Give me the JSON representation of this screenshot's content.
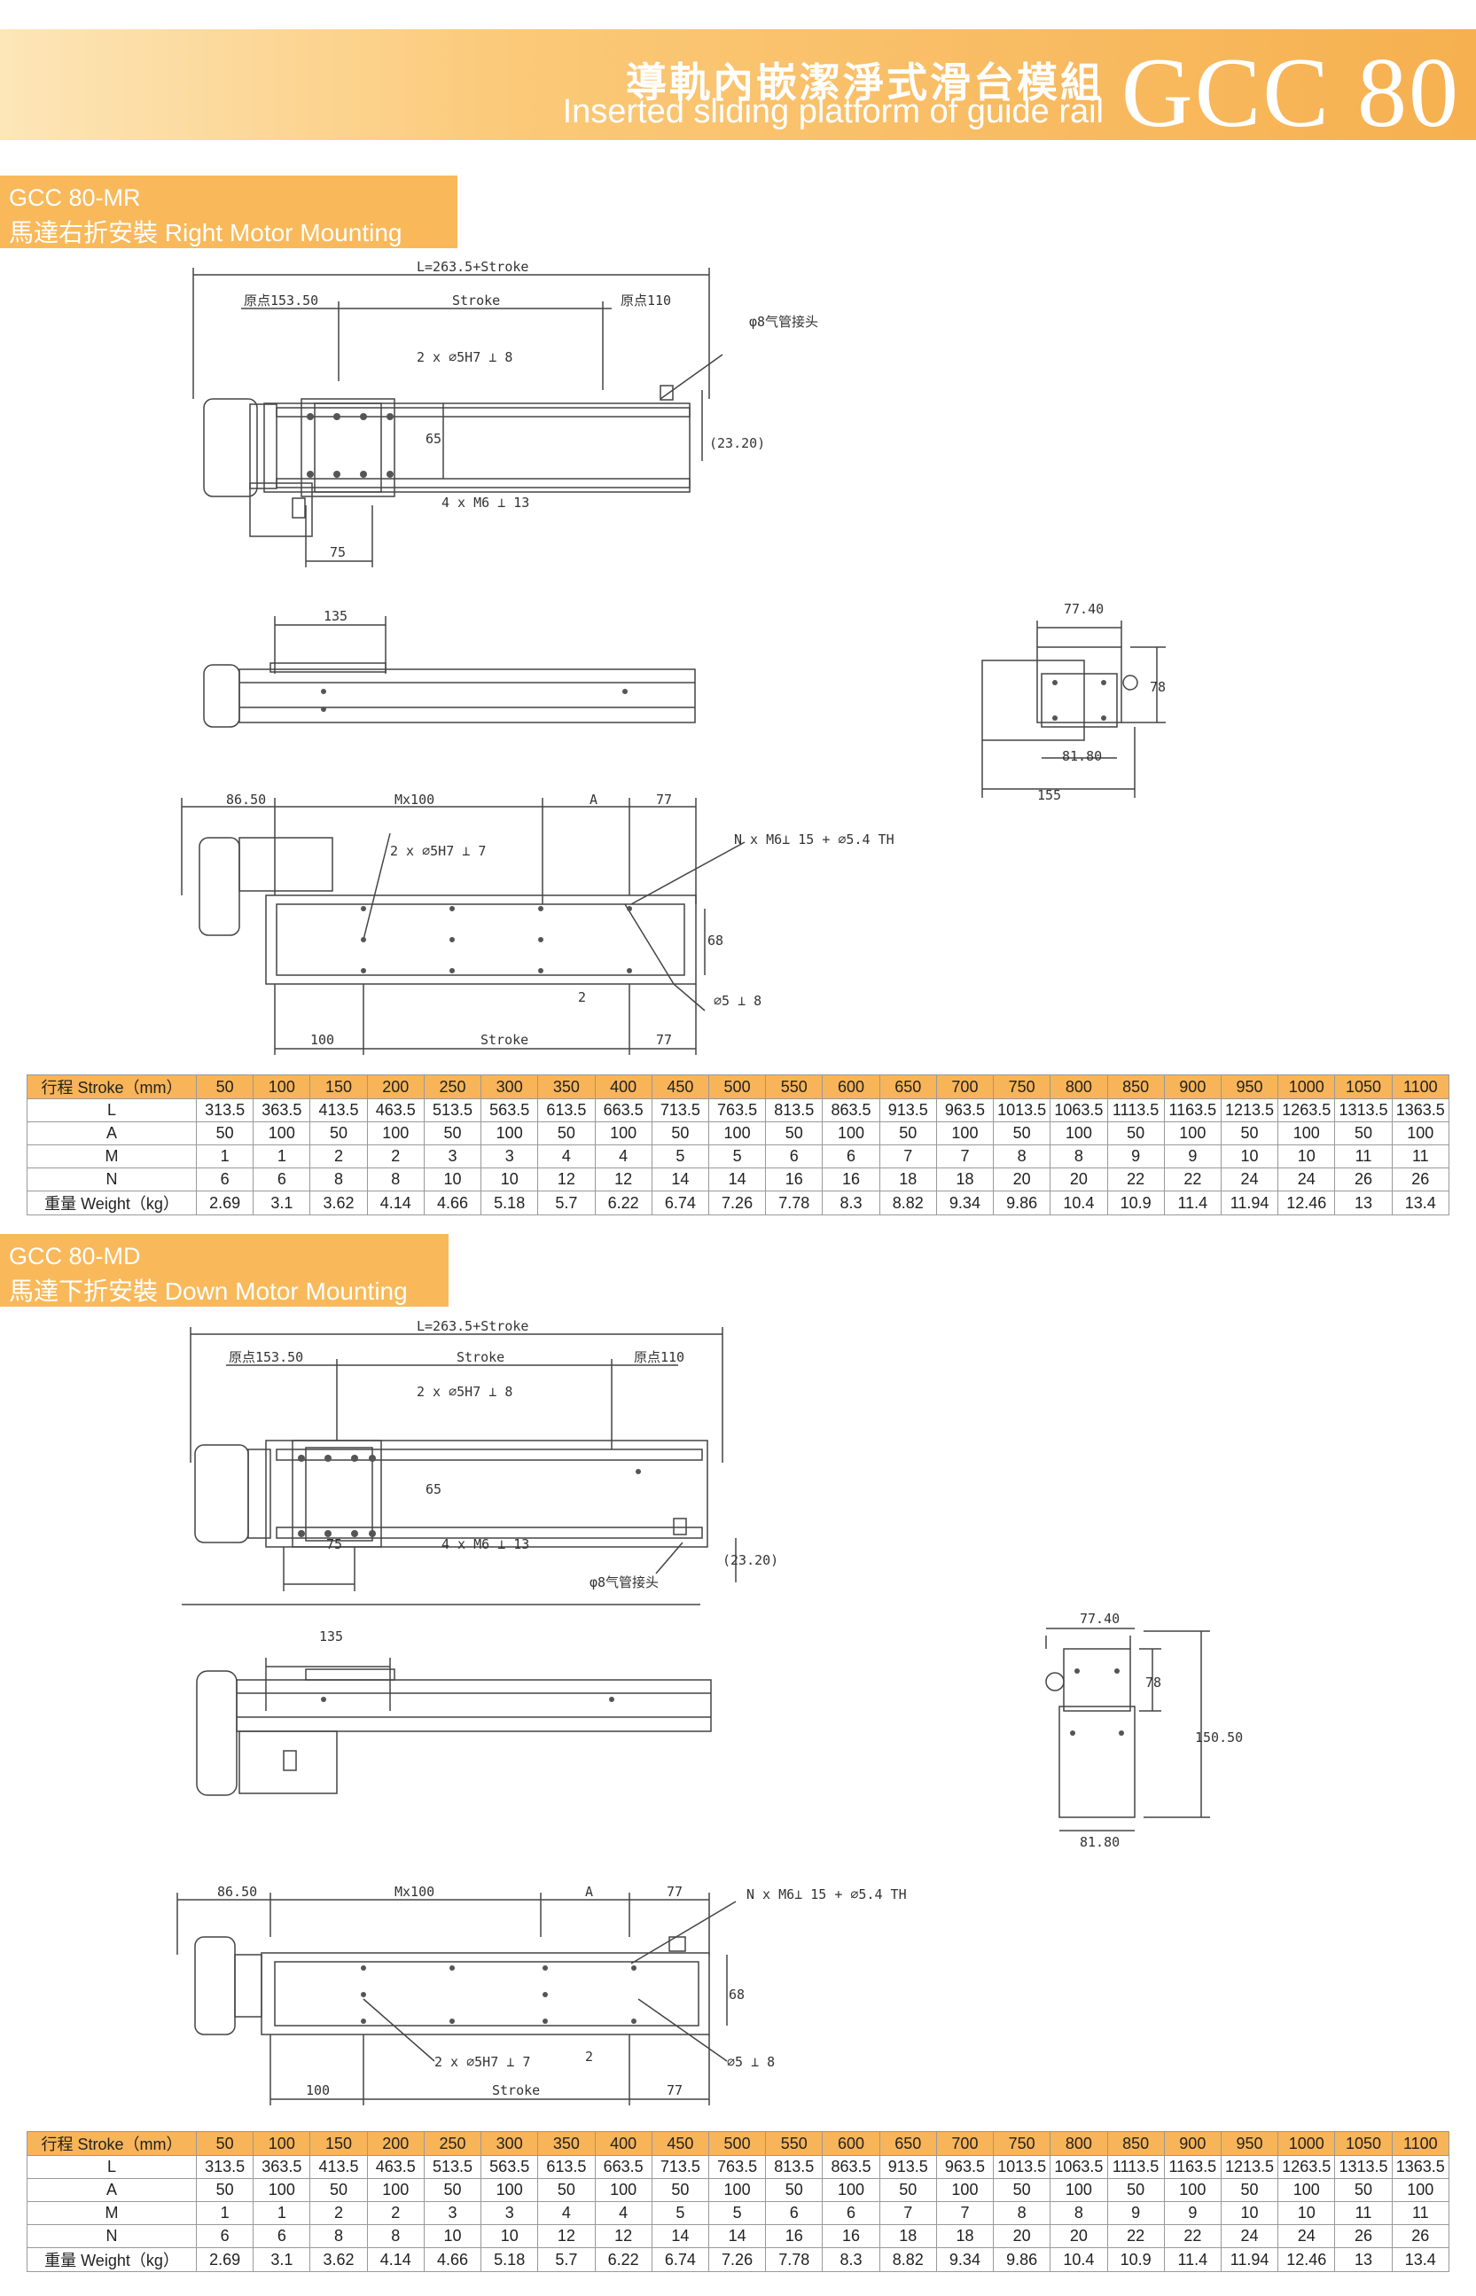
{
  "header": {
    "title_zh": "導軌內嵌潔淨式滑台模組",
    "title_en": "Inserted sliding platform of guide rail",
    "model": "GCC 80"
  },
  "sections": [
    {
      "code": "GCC 80-MR",
      "subtitle": "馬達右折安裝 Right Motor Mounting",
      "labels": {
        "overall": "L=263.5+Stroke",
        "origin_left": "原点153.50",
        "stroke": "Stroke",
        "origin_right": "原点110",
        "air": "φ8气管接头",
        "pin_top": "2 x ⌀5H7 ⟂ 8",
        "tap": "4 x M6 ⟂ 13",
        "h65": "65",
        "h2320": "(23.20)",
        "w75": "75",
        "w135": "135",
        "w7740": "77.40",
        "h78": "78",
        "w8180": "81.80",
        "w155": "155",
        "w8650": "86.50",
        "mx": "Mx100",
        "a": "A",
        "w77": "77",
        "n_holes": "N x M6⟂ 15 + ⌀5.4 TH",
        "pin_bot": "2 x ⌀5H7 ⟂ 7",
        "h68": "68",
        "two": "2",
        "hole5": "⌀5 ⟂ 8",
        "w100": "100",
        "stroke2": "Stroke",
        "w77b": "77"
      }
    },
    {
      "code": "GCC 80-MD",
      "subtitle": "馬達下折安裝 Down Motor Mounting",
      "labels": {
        "overall": "L=263.5+Stroke",
        "origin_left": "原点153.50",
        "stroke": "Stroke",
        "origin_right": "原点110",
        "air": "φ8气管接头",
        "pin_top": "2 x ⌀5H7 ⟂ 8",
        "tap": "4 x M6 ⟂ 13",
        "h65": "65",
        "h2320": "(23.20)",
        "w75": "75",
        "w135": "135",
        "w7740": "77.40",
        "h78": "78",
        "w8180": "81.80",
        "h15050": "150.50",
        "w8650": "86.50",
        "mx": "Mx100",
        "a": "A",
        "w77": "77",
        "n_holes": "N x M6⟂ 15 + ⌀5.4 TH",
        "pin_bot": "2 x ⌀5H7 ⟂ 7",
        "h68": "68",
        "two": "2",
        "hole5": "⌀5 ⟂ 8",
        "w100": "100",
        "stroke2": "Stroke",
        "w77b": "77"
      }
    }
  ],
  "table": {
    "rows": [
      {
        "label": "行程 Stroke（mm）",
        "values": [
          "50",
          "100",
          "150",
          "200",
          "250",
          "300",
          "350",
          "400",
          "450",
          "500",
          "550",
          "600",
          "650",
          "700",
          "750",
          "800",
          "850",
          "900",
          "950",
          "1000",
          "1050",
          "1100"
        ]
      },
      {
        "label": "L",
        "values": [
          "313.5",
          "363.5",
          "413.5",
          "463.5",
          "513.5",
          "563.5",
          "613.5",
          "663.5",
          "713.5",
          "763.5",
          "813.5",
          "863.5",
          "913.5",
          "963.5",
          "1013.5",
          "1063.5",
          "1113.5",
          "1163.5",
          "1213.5",
          "1263.5",
          "1313.5",
          "1363.5"
        ]
      },
      {
        "label": "A",
        "values": [
          "50",
          "100",
          "50",
          "100",
          "50",
          "100",
          "50",
          "100",
          "50",
          "100",
          "50",
          "100",
          "50",
          "100",
          "50",
          "100",
          "50",
          "100",
          "50",
          "100",
          "50",
          "100"
        ]
      },
      {
        "label": "M",
        "values": [
          "1",
          "1",
          "2",
          "2",
          "3",
          "3",
          "4",
          "4",
          "5",
          "5",
          "6",
          "6",
          "7",
          "7",
          "8",
          "8",
          "9",
          "9",
          "10",
          "10",
          "11",
          "11"
        ]
      },
      {
        "label": "N",
        "values": [
          "6",
          "6",
          "8",
          "8",
          "10",
          "10",
          "12",
          "12",
          "14",
          "14",
          "16",
          "16",
          "18",
          "18",
          "20",
          "20",
          "22",
          "22",
          "24",
          "24",
          "26",
          "26"
        ]
      },
      {
        "label": "重量 Weight（kg）",
        "values": [
          "2.69",
          "3.1",
          "3.62",
          "4.14",
          "4.66",
          "5.18",
          "5.7",
          "6.22",
          "6.74",
          "7.26",
          "7.78",
          "8.3",
          "8.82",
          "9.34",
          "9.86",
          "10.4",
          "10.9",
          "11.4",
          "11.94",
          "12.46",
          "13",
          "13.4"
        ]
      }
    ]
  }
}
